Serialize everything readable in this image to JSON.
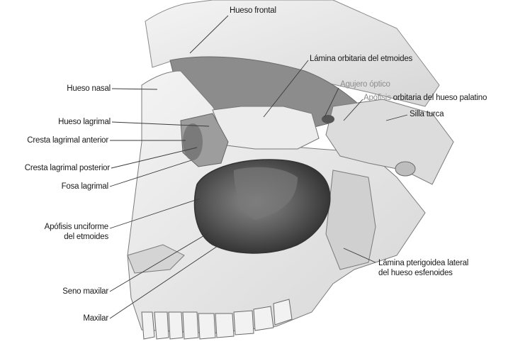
{
  "labels": {
    "hueso_frontal": "Hueso frontal",
    "lamina_orbitaria": "Lámina orbitaria del etmoides",
    "agujero_optico": "Agujero óptico",
    "apofisis_orbitaria_a": "Apófisis",
    "apofisis_orbitaria_b": "orbitaria del hueso palatino",
    "silla_turca": "Silla turca",
    "hueso_nasal": "Hueso nasal",
    "hueso_lagrimal": "Hueso lagrimal",
    "cresta_anterior": "Cresta lagrimal anterior",
    "cresta_posterior": "Cresta lagrimal posterior",
    "fosa_lagrimal": "Fosa lagrimal",
    "apofisis_unciforme_1": "Apófisis unciforme",
    "apofisis_unciforme_2": "del etmoides",
    "seno_maxilar": "Seno maxilar",
    "maxilar": "Maxilar",
    "lamina_pterigoidea_1": "Lámina pterigoidea lateral",
    "lamina_pterigoidea_2": "del hueso esfenoides"
  },
  "colors": {
    "bone": "#e9e9e9",
    "bone_dark": "#b9b9b9",
    "cavity": "#4a4a4a",
    "outline": "#6a6a6a",
    "leader": "#3a3a3a",
    "gray_text": "#8c8c8c"
  }
}
